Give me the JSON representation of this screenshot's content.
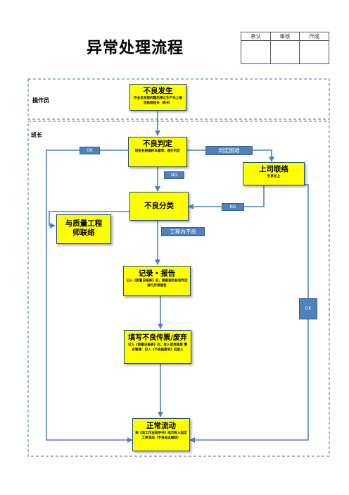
{
  "title": "异常处理流程",
  "approval": {
    "headers": [
      "承认",
      "审核",
      "作成"
    ]
  },
  "lanes": {
    "operator": "操作员",
    "leader": "班长"
  },
  "nodes": {
    "defect": {
      "title": "不良发生",
      "desc": "作业员发现问题后停止生产马上报告給班组长（班长）"
    },
    "judge": {
      "title": "不良判定",
      "desc": "班组长根据样本基準、進行判定"
    },
    "report_up": {
      "title": "上司联络",
      "desc": "生系长上"
    },
    "classify": {
      "title": "不良分类"
    },
    "qe": {
      "title": "与质量工程师联络"
    },
    "record": {
      "title": "记录・报告",
      "desc": "记入《质量日报表》后，根据报告标准判定进行异常报告"
    },
    "slip": {
      "title": "填写不良传票/废弃",
      "desc": "记入《质量日报表》后，放入废弃箱里 需点管理：记入《不良报废单》后放入"
    },
    "normal": {
      "title": "正常流动",
      "desc": "按《流工作业指导书》指示投入指定工序流动（不良标志解除）"
    }
  },
  "labels": {
    "ok_left": "OK",
    "difficult": "判定困难",
    "ng1": "NG",
    "ng2": "NG",
    "internal": "工程内不良",
    "ok_right": "OK"
  },
  "colors": {
    "box_fill": "#ffff00",
    "box_border": "#1f4e79",
    "tag": "#4f81bd",
    "line": "#4f81bd",
    "lane_border": "#4a6fa5"
  }
}
